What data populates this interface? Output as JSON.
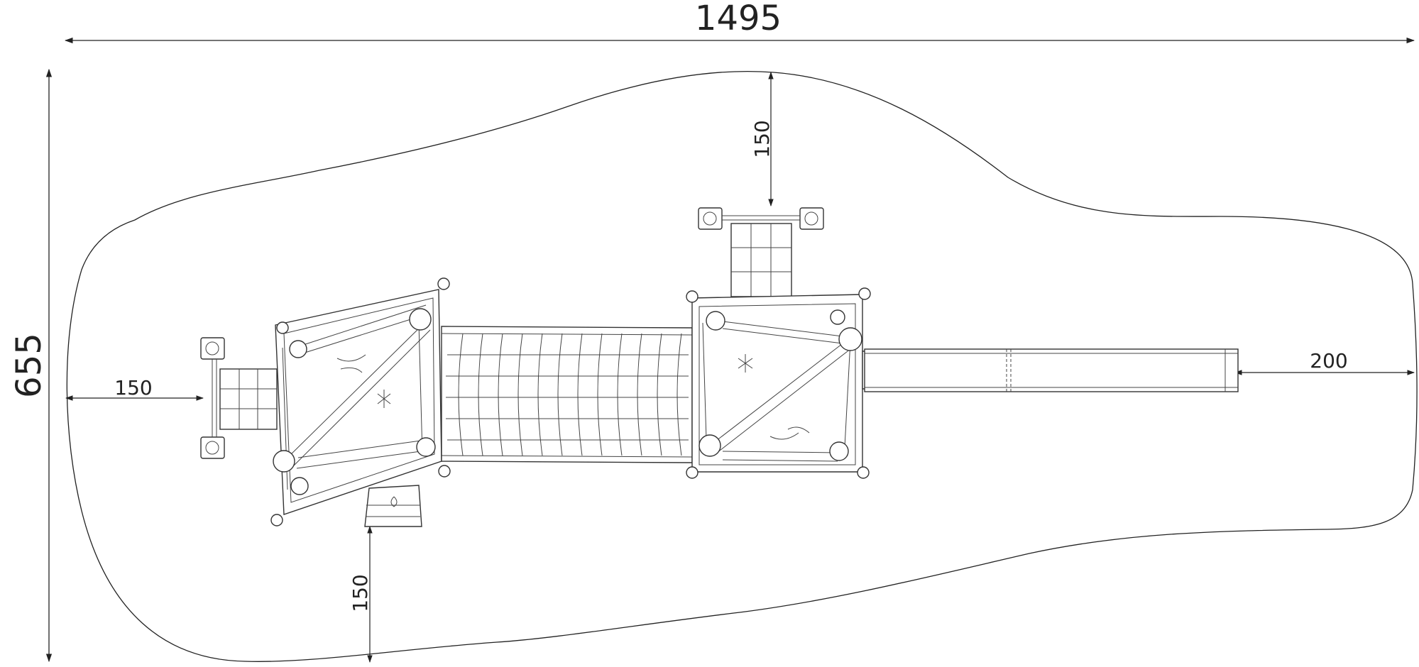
{
  "dimensions": {
    "overall_width": "1495",
    "overall_depth": "655",
    "clearance_left": "150",
    "clearance_top": "150",
    "clearance_bottom": "150",
    "clearance_right": "200"
  }
}
